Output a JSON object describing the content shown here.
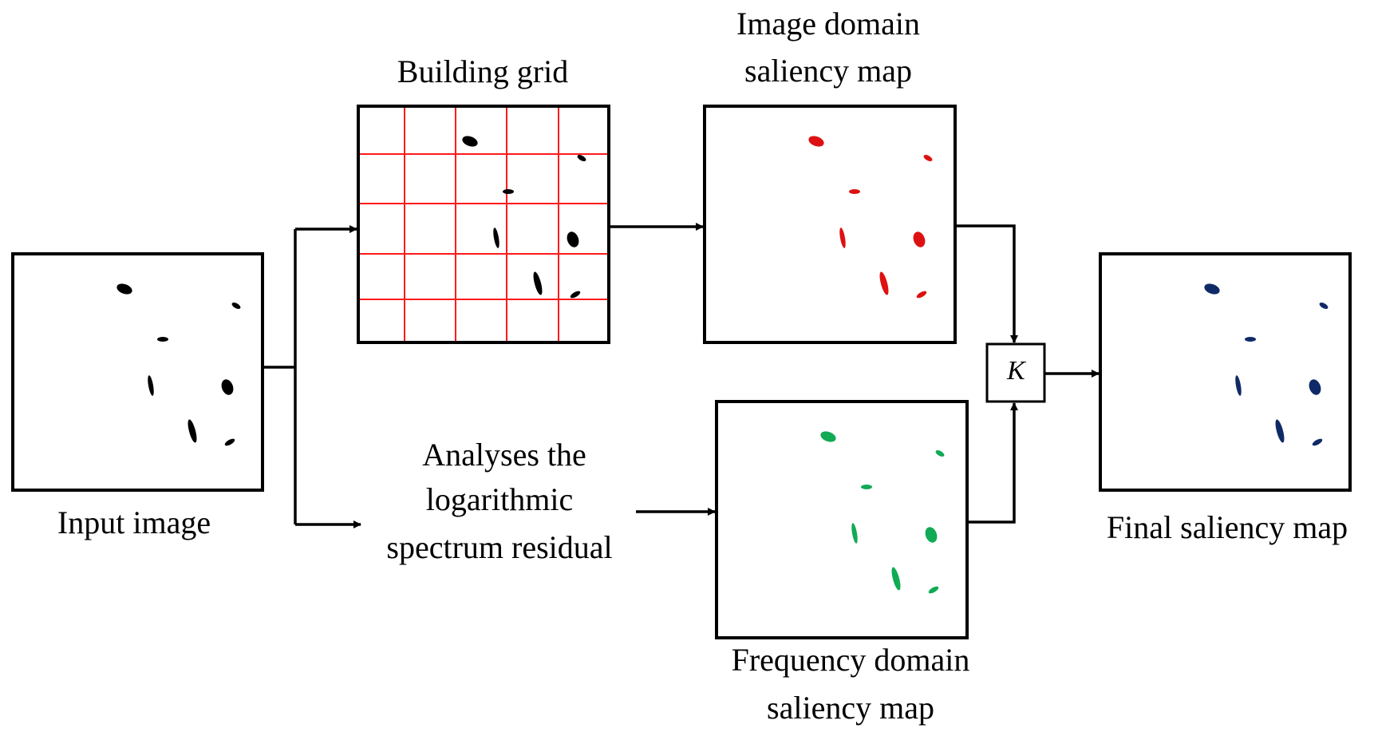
{
  "labels": {
    "input": "Input image",
    "grid": "Building grid",
    "image_domain_line1": "Image domain",
    "image_domain_line2": "saliency map",
    "spectrum_line1": "Analyses the",
    "spectrum_line2": "logarithmic",
    "spectrum_line3": "spectrum residual",
    "freq_domain_line1": "Frequency domain",
    "freq_domain_line2": "saliency map",
    "final": "Final saliency map",
    "fusion_symbol": "K"
  },
  "colors": {
    "input_blobs": "#000000",
    "grid_lines": "#ff1a1a",
    "image_domain_blobs": "#dd1111",
    "frequency_domain_blobs": "#11aa55",
    "final_blobs": "#0f2a66"
  }
}
